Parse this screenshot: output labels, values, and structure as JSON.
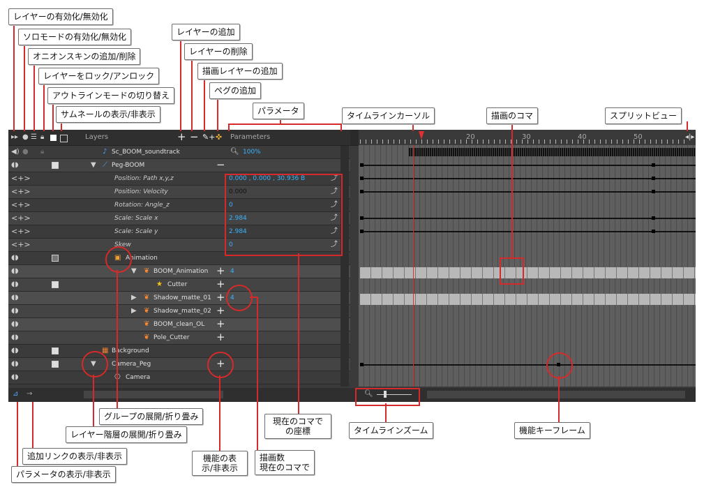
{
  "callouts": {
    "layer_enable": "レイヤーの有効化/無効化",
    "solo_mode": "ソロモードの有効化/無効化",
    "onion_skin": "オニオンスキンの追加/削除",
    "lock_layer": "レイヤーをロック/アンロック",
    "outline_mode": "アウトラインモードの切り替え",
    "thumbnail": "サムネールの表示/非表示",
    "add_layer": "レイヤーの追加",
    "delete_layer": "レイヤーの削除",
    "add_drawing_layer": "描画レイヤーの追加",
    "add_peg": "ペグの追加",
    "parameters": "パラメータ",
    "timeline_cursor": "タイムラインカーソル",
    "drawing_frame": "描画のコマ",
    "split_view": "スプリットビュー",
    "group_expand": "グループの展開/折り畳み",
    "hierarchy_expand": "レイヤー階層の展開/折り畳み",
    "additional_link": "追加リンクの表示/非表示",
    "param_toggle": "パラメータの表示/非表示",
    "function_toggle": "機能の表\n示/非表示",
    "drawing_count": "描画数\n現在のコマで",
    "current_coords": "現在のコマで\nの座標",
    "timeline_zoom": "タイムラインズーム",
    "function_keyframe": "機能キーフレーム"
  },
  "headers": {
    "layers": "Layers",
    "parameters": "Parameters"
  },
  "ruler": [
    "20",
    "30",
    "40",
    "50"
  ],
  "layers": [
    {
      "name": "Sc_BOOM_soundtrack",
      "value": "100%"
    },
    {
      "name": "Peg-BOOM",
      "value": ""
    },
    {
      "name": "Position: Path x,y,z",
      "value": "0.000 , 0.000 , 30.936 B"
    },
    {
      "name": "Position: Velocity",
      "value": "0.000"
    },
    {
      "name": "Rotation: Angle_z",
      "value": "0"
    },
    {
      "name": "Scale: Scale x",
      "value": "2.984"
    },
    {
      "name": "Scale: Scale y",
      "value": "2.984"
    },
    {
      "name": "Skew",
      "value": "0"
    },
    {
      "name": "Animation",
      "value": ""
    },
    {
      "name": "BOOM_Animation",
      "value": "4"
    },
    {
      "name": "Cutter",
      "value": ""
    },
    {
      "name": "Shadow_matte_01",
      "value": "4"
    },
    {
      "name": "Shadow_matte_02",
      "value": ""
    },
    {
      "name": "BOOM_clean_OL",
      "value": ""
    },
    {
      "name": "Pole_Cutter",
      "value": ""
    },
    {
      "name": "Background",
      "value": ""
    },
    {
      "name": "Camera_Peg",
      "value": ""
    },
    {
      "name": "Camera",
      "value": ""
    }
  ],
  "colors": {
    "accent_red": "#d62a2a",
    "param_blue": "#3bb3ff"
  }
}
